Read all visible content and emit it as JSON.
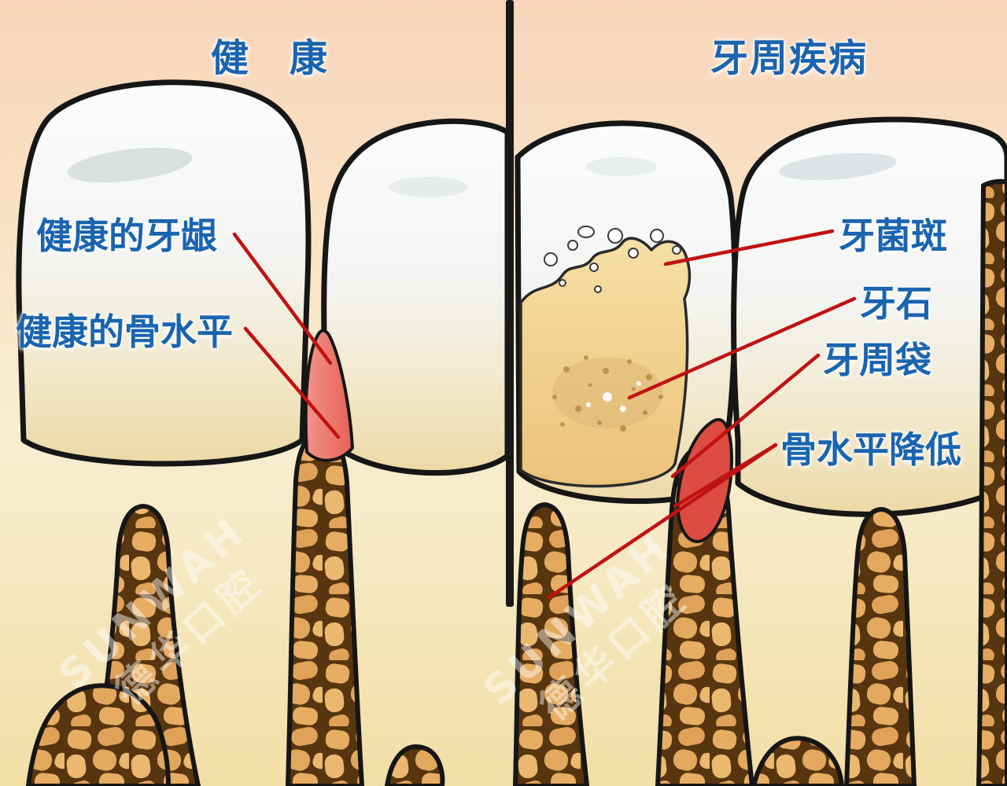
{
  "diagram": {
    "panels": {
      "left": {
        "title": "健　康",
        "labels": {
          "gum": "健康的牙龈",
          "bone": "健康的骨水平"
        }
      },
      "right": {
        "title": "牙周疾病",
        "labels": {
          "plaque": "牙菌斑",
          "tartar": "牙石",
          "pocket": "牙周袋",
          "bone_loss": "骨水平降低"
        }
      }
    },
    "watermark": {
      "line1": "SUNWAH",
      "line2": "德华口腔"
    },
    "colors": {
      "label_blue": "#1a64b0",
      "leader_red": "#c11212",
      "gum_healthy_pink": "#ef8276",
      "gum_inflamed_red": "#dd4b41",
      "plaque_yellow": "#eec981",
      "bone_tan": "#e2a85e",
      "bone_mortar_brown": "#57350f",
      "crown_white": "#f7fafc",
      "background_peach": "#f8d5ba",
      "background_cream": "#f2dfa6",
      "outline_black": "#161616"
    }
  }
}
